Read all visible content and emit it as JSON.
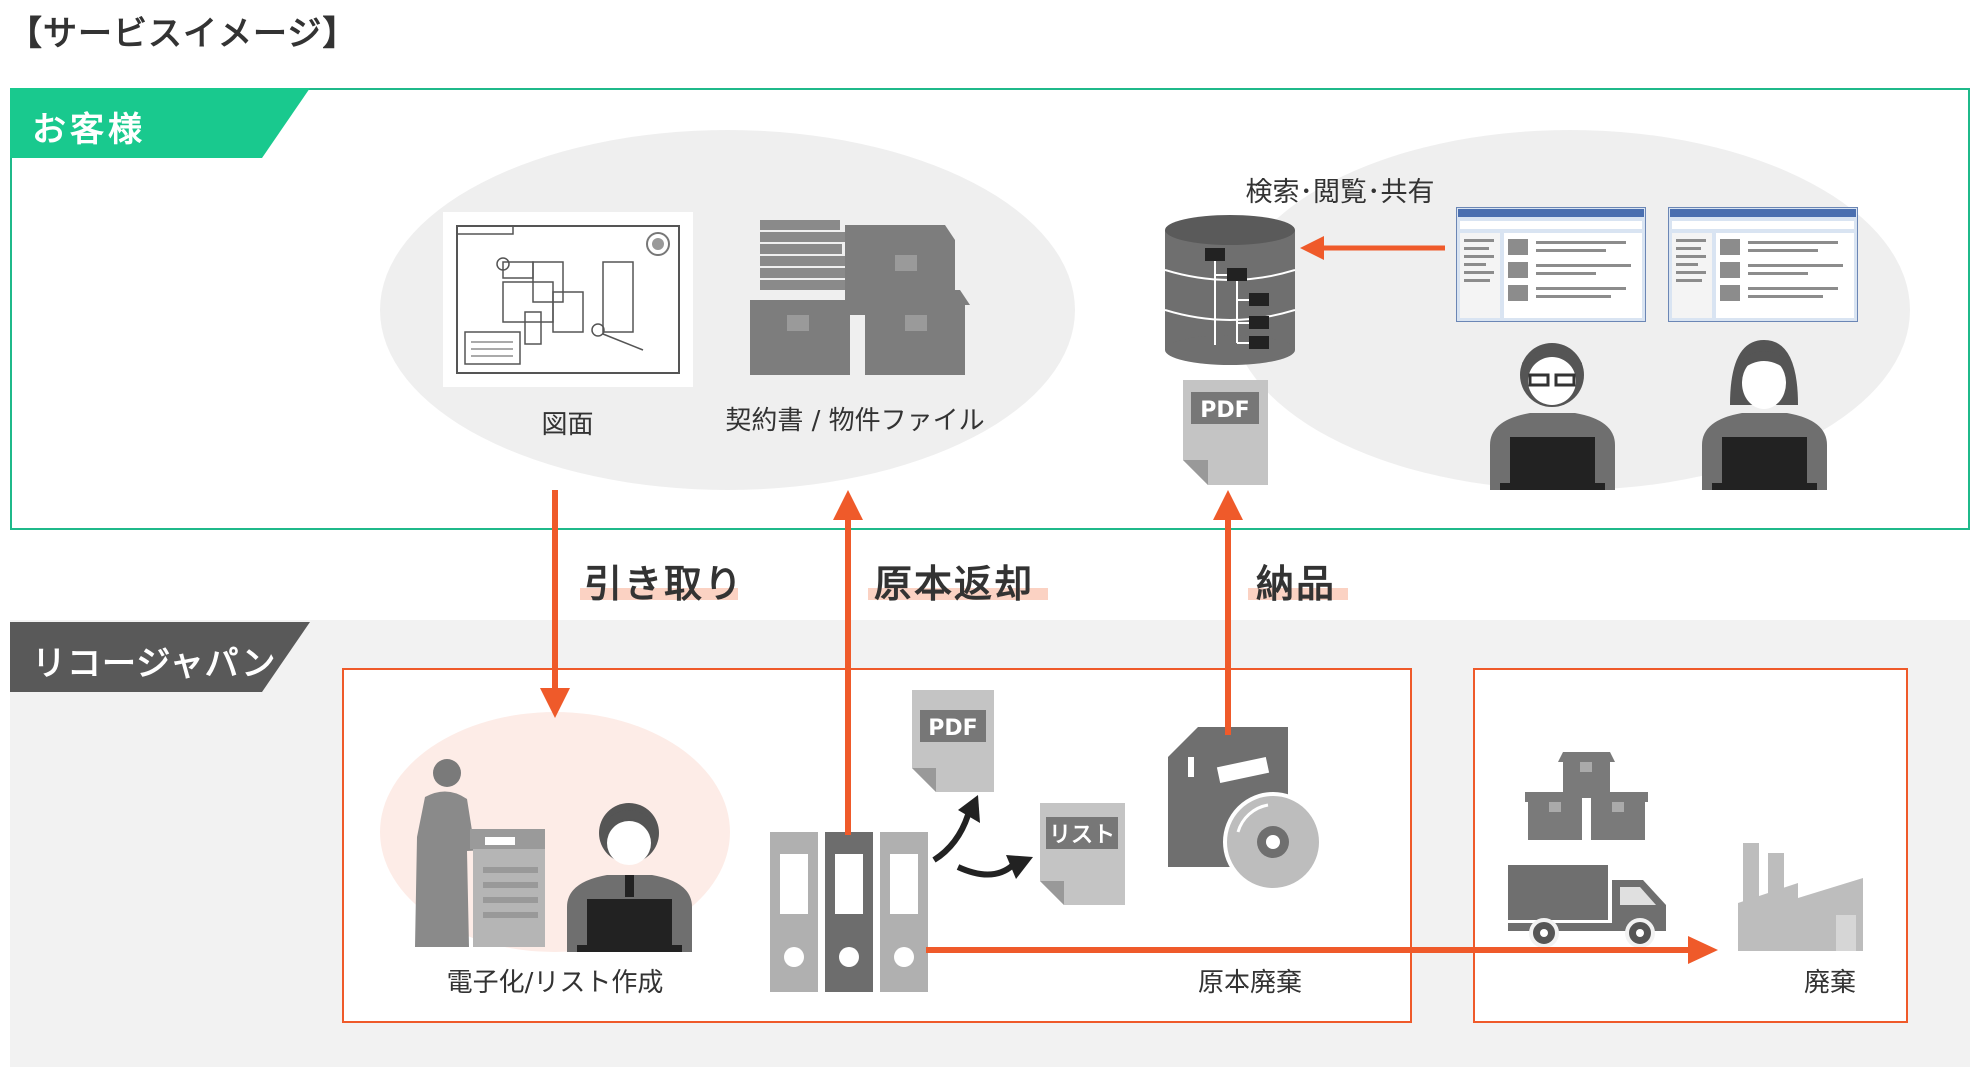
{
  "page_title": "【サービスイメージ】",
  "sections": {
    "customer": "お客様",
    "ricoh": "リコージャパン"
  },
  "items": {
    "drawing": "図面",
    "contract_files": "契約書 / 物件ファイル",
    "search_share": "検索･閲覧･共有",
    "digitize_list": "電子化/リスト作成",
    "original_disposal": "原本廃棄",
    "disposal": "廃棄"
  },
  "steps": {
    "pickup": "引き取り",
    "return_original": "原本返却",
    "delivery": "納品"
  },
  "icons": {
    "pdf": "PDF",
    "list": "リスト"
  },
  "colors": {
    "customer_accent": "#19c98e",
    "ricoh_accent": "#595959",
    "arrow": "#ef5a2a",
    "highlight": "#fbd2c3"
  }
}
